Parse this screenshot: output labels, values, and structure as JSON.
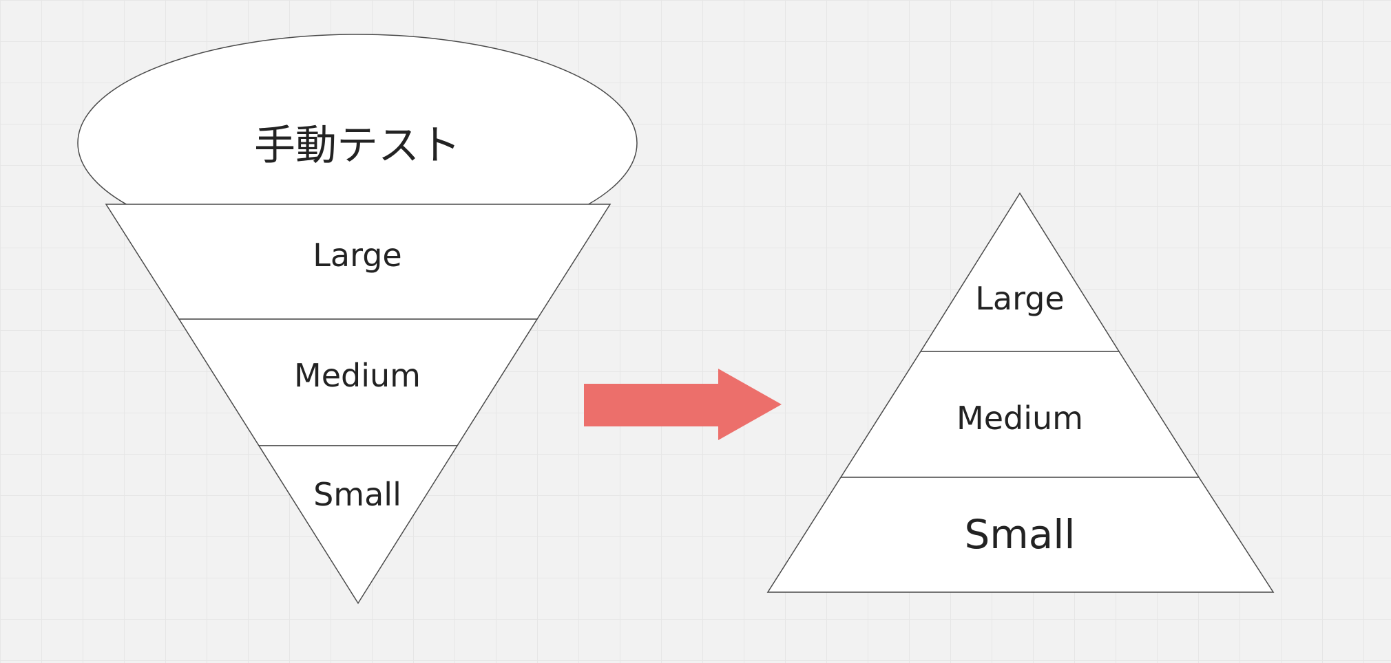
{
  "funnel": {
    "cap_label": "手動テスト",
    "layers": {
      "large": "Large",
      "medium": "Medium",
      "small": "Small"
    }
  },
  "pyramid": {
    "layers": {
      "large": "Large",
      "medium": "Medium",
      "small": "Small"
    }
  },
  "colors": {
    "arrow": "#ec6f6b",
    "stroke": "#4a4a4a",
    "fill": "#ffffff",
    "background": "#f2f2f2"
  }
}
